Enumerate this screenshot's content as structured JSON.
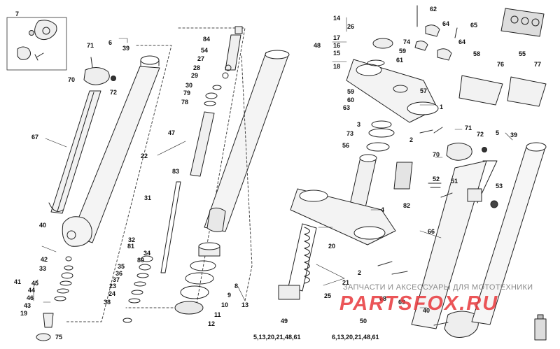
{
  "diagram": {
    "labels": [
      "1",
      "2",
      "2",
      "3",
      "4",
      "5",
      "6",
      "7",
      "8",
      "9",
      "10",
      "11",
      "12",
      "13",
      "14",
      "15",
      "16",
      "17",
      "18",
      "19",
      "20",
      "21",
      "22",
      "23",
      "24",
      "25",
      "26",
      "27",
      "28",
      "29",
      "30",
      "31",
      "32",
      "33",
      "34",
      "35",
      "36",
      "37",
      "38",
      "39",
      "39",
      "40",
      "40",
      "41",
      "42",
      "43",
      "44",
      "45",
      "46",
      "47",
      "48",
      "51",
      "52",
      "53",
      "54",
      "55",
      "56",
      "57",
      "58",
      "59",
      "59",
      "60",
      "61",
      "62",
      "63",
      "64",
      "64",
      "65",
      "66",
      "67",
      "68",
      "69",
      "70",
      "70",
      "71",
      "71",
      "72",
      "72",
      "73",
      "74",
      "75",
      "76",
      "77",
      "78",
      "79",
      "80",
      "81",
      "82",
      "83",
      "84"
    ],
    "assembly_49": {
      "number": "49",
      "parts": "5,13,20,21,48,61"
    },
    "assembly_50": {
      "number": "50",
      "parts": "6,13,20,21,48,61"
    }
  },
  "watermark": {
    "caption": "ЗАПЧАСТИ И АКСЕССУАРЫ ДЛЯ МОТОТЕХНИКИ",
    "brand": "PARTSFOX.RU",
    "brand_color": "#e8383c"
  }
}
